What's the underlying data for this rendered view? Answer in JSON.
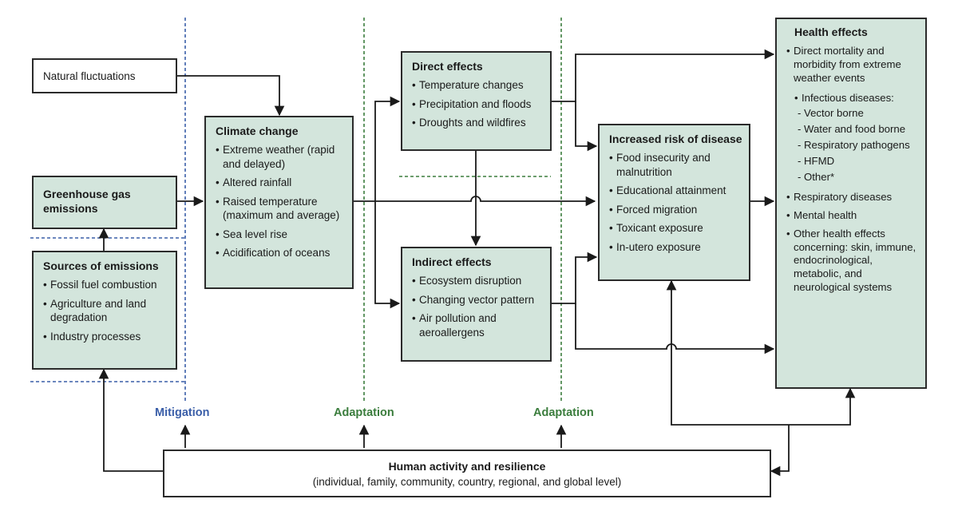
{
  "boxes": {
    "natural": {
      "title": "Natural fluctuations"
    },
    "greenhouse": {
      "title": "Greenhouse gas emissions"
    },
    "sources": {
      "title": "Sources of emissions",
      "items": [
        "Fossil fuel combustion",
        "Agriculture and land degradation",
        "Industry processes"
      ]
    },
    "climate": {
      "title": "Climate change",
      "items": [
        "Extreme weather (rapid and delayed)",
        "Altered rainfall",
        "Raised temperature (maximum and average)",
        "Sea level rise",
        "Acidification of oceans"
      ]
    },
    "direct": {
      "title": "Direct effects",
      "items": [
        "Temperature changes",
        "Precipitation and floods",
        "Droughts and wildfires"
      ]
    },
    "indirect": {
      "title": "Indirect effects",
      "items": [
        "Ecosystem disruption",
        "Changing vector pattern",
        "Air pollution and aeroallergens"
      ]
    },
    "risk": {
      "title": "Increased risk of disease",
      "items": [
        "Food insecurity and malnutrition",
        "Educational attainment",
        "Forced migration",
        "Toxicant exposure",
        "In-utero exposure"
      ]
    },
    "health": {
      "title": "Health effects",
      "item1": "Direct mortality and morbidity from extreme weather events",
      "infectious": "Infectious diseases:",
      "sub": [
        "Vector borne",
        "Water and food borne",
        "Respiratory pathogens",
        "HFMD",
        "Other*"
      ],
      "item3": "Respiratory diseases",
      "item4": "Mental health",
      "item5": "Other health effects concerning: skin, immune, endocrinological, metabolic, and neurological systems"
    },
    "human": {
      "title": "Human activity and resilience",
      "subtitle": "(individual, family, community, country, regional, and global level)"
    }
  },
  "labels": {
    "mitigation": "Mitigation",
    "adaptation1": "Adaptation",
    "adaptation2": "Adaptation"
  },
  "colors": {
    "box_fill": "#d3e5dc",
    "mitigation": "#3a5ea8",
    "adaptation": "#3b7d3d"
  }
}
